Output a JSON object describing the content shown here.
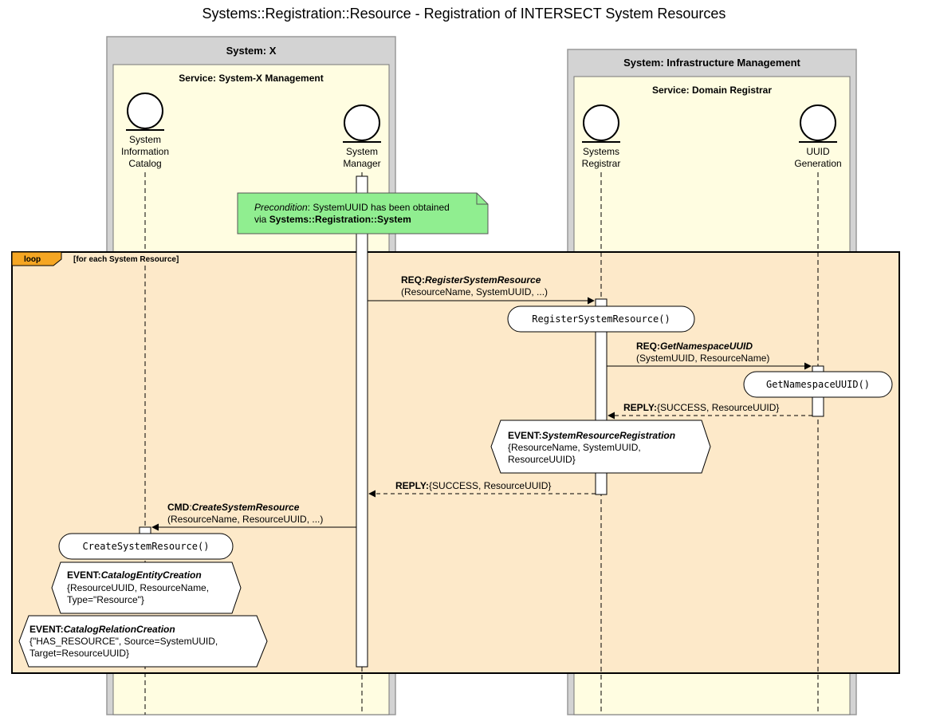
{
  "diagram": {
    "title": "Systems::Registration::Resource - Registration of INTERSECT System Resources",
    "systems": [
      {
        "label": "System: X",
        "service": "Service: System-X Management",
        "participants": [
          {
            "lines": [
              "System",
              "Information",
              "Catalog"
            ]
          },
          {
            "lines": [
              "System",
              "Manager"
            ]
          }
        ]
      },
      {
        "label": "System: Infrastructure Management",
        "service": "Service: Domain Registrar",
        "participants": [
          {
            "lines": [
              "Systems",
              "Registrar"
            ]
          },
          {
            "lines": [
              "UUID",
              "Generation"
            ]
          }
        ]
      }
    ],
    "precondition": {
      "italic": "Precondition",
      "text1": ": SystemUUID has been obtained",
      "text2": "via ",
      "bold": "Systems::Registration::System"
    },
    "loop": {
      "tag": "loop",
      "guard": "[for each System Resource]"
    },
    "messages": [
      {
        "prefix": "REQ:",
        "name": "RegisterSystemResource",
        "args": "(ResourceName, SystemUUID, ...)"
      },
      {
        "prefix": "REQ:",
        "name": "GetNamespaceUUID",
        "args": "(SystemUUID, ResourceName)"
      },
      {
        "prefix": "REPLY:",
        "rest": "{SUCCESS, ResourceUUID}"
      },
      {
        "prefix": "REPLY:",
        "rest": "{SUCCESS, ResourceUUID}"
      },
      {
        "prefix": "CMD",
        "sep": ":",
        "name": "CreateSystemResource",
        "args": "(ResourceName, ResourceUUID, ...)"
      }
    ],
    "activities": [
      "RegisterSystemResource()",
      "GetNamespaceUUID()",
      "CreateSystemResource()"
    ],
    "events": [
      {
        "prefix": "EVENT:",
        "name": "SystemResourceRegistration",
        "lines": [
          "{ResourceName, SystemUUID,",
          "ResourceUUID}"
        ]
      },
      {
        "prefix": "EVENT:",
        "name": "CatalogEntityCreation",
        "lines": [
          "{ResourceUUID, ResourceName,",
          "Type=\"Resource\"}"
        ]
      },
      {
        "prefix": "EVENT:",
        "name": "CatalogRelationCreation",
        "lines": [
          "{\"HAS_RESOURCE\", Source=SystemUUID,",
          "Target=ResourceUUID}"
        ]
      }
    ],
    "colors": {
      "system_frame": "#d3d3d3",
      "service_fill": "#fffde1",
      "loop_fill": "#fde9c9",
      "loop_tag": "#f5a623",
      "note_fill": "#90ee90"
    }
  }
}
